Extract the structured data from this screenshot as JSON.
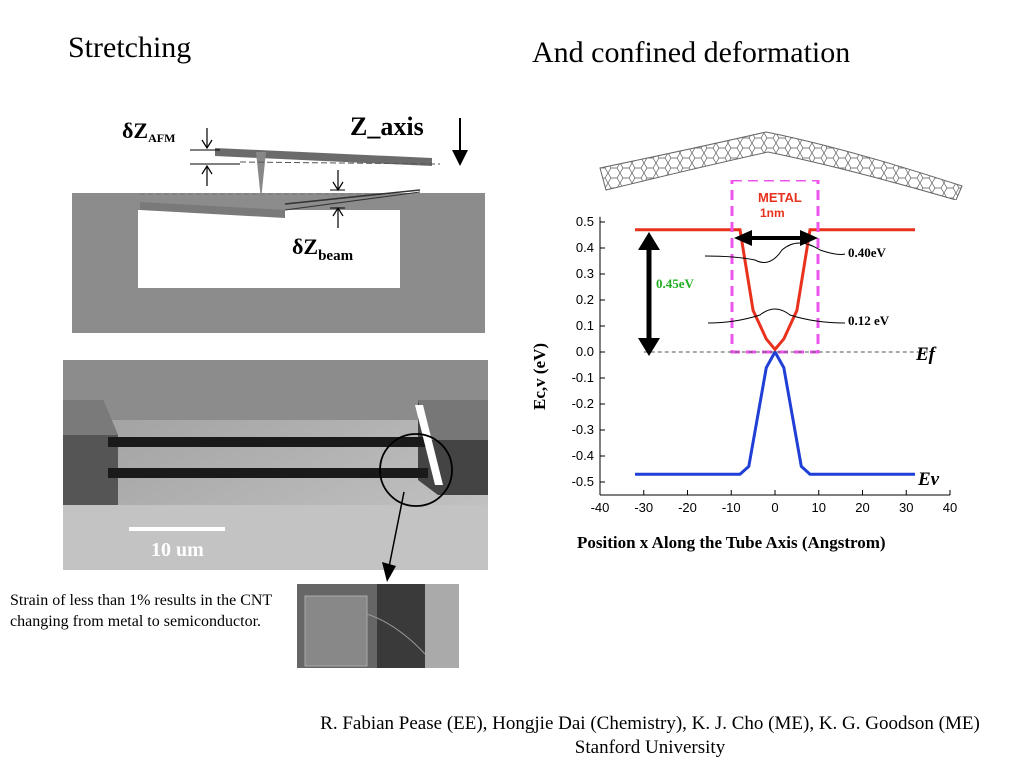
{
  "slide": {
    "title_left": "Stretching",
    "title_right": "And confined deformation",
    "caption": "Strain of less than 1% results in the CNT changing from metal to semiconductor.",
    "credits_line1": "R. Fabian Pease (EE), Hongjie Dai (Chemistry), K. J. Cho (ME), K. G. Goodson (ME)",
    "credits_line2": "Stanford University"
  },
  "schematic": {
    "label_afm": "δZ",
    "label_afm_sub": "AFM",
    "label_axis": "Z_axis",
    "label_beam": "δZ",
    "label_beam_sub": "beam"
  },
  "sem": {
    "scale_label": "10 um"
  },
  "chart_data": {
    "type": "line",
    "xlabel": "Position x Along the Tube Axis (Angstrom)",
    "ylabel": "Ec,v (eV)",
    "xlim": [
      -40,
      40
    ],
    "ylim": [
      -0.55,
      0.5
    ],
    "xticks": [
      "-40",
      "-30",
      "-20",
      "-10",
      "0",
      "10",
      "20",
      "30",
      "40"
    ],
    "yticks": [
      "0.5",
      "0.4",
      "0.3",
      "0.2",
      "0.1",
      "0.0",
      "-0.1",
      "-0.2",
      "-0.3",
      "-0.4",
      "-0.5"
    ],
    "series": [
      {
        "name": "Ev",
        "color": "#1f3fd6",
        "x": [
          -32,
          -8,
          -6,
          -2,
          0,
          2,
          6,
          8,
          32
        ],
        "y": [
          -0.47,
          -0.47,
          -0.44,
          -0.06,
          0.0,
          -0.06,
          -0.44,
          -0.47,
          -0.47
        ]
      },
      {
        "name": "Ec",
        "color": "#e8321e",
        "x": [
          -32,
          -10,
          -8,
          -5,
          -2,
          0,
          2,
          5,
          8,
          10,
          32
        ],
        "y": [
          0.47,
          0.47,
          0.47,
          0.16,
          0.05,
          0.01,
          0.05,
          0.16,
          0.47,
          0.47,
          0.47
        ]
      }
    ],
    "annotations": {
      "ef": "Ef",
      "ev": "Ev",
      "gap": "0.45eV",
      "level1": "0.40eV",
      "level2": "0.12 eV",
      "metal": "METAL",
      "metal_width": "1nm"
    },
    "colors": {
      "metal": "#e8321e",
      "gap": "#1fae1f",
      "dash_box": "#ee55ee"
    }
  }
}
